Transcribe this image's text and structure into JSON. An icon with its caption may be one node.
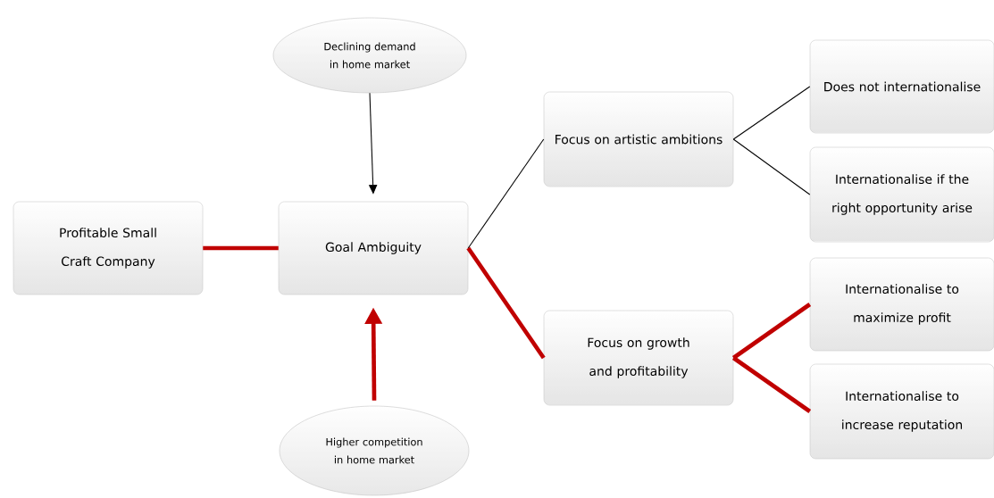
{
  "diagram": {
    "nodes": [
      {
        "text": [
          "Profitable Small Craft Company"
        ]
      },
      {
        "text": [
          "Goal Ambiguity"
        ]
      },
      {
        "text": [
          "Declining demand in home market"
        ]
      },
      {
        "text": [
          "Higher competition in home market"
        ]
      },
      {
        "text": [
          "Focus on artistic ambitions"
        ]
      },
      {
        "text": [
          "Focus on growth and profitability"
        ]
      },
      {
        "text": [
          "Does not internationalise"
        ]
      },
      {
        "text": [
          "Internationalise if the right opportunity arise"
        ]
      },
      {
        "text": [
          "Internationalise to maximize profit"
        ]
      },
      {
        "text": [
          "Internationalise to increase reputation"
        ]
      }
    ],
    "edges": [
      {
        "from": 0,
        "to": 1,
        "arrow": "none"
      },
      {
        "from": 2,
        "to": 1,
        "arrow": "to",
        "color": "#000000"
      },
      {
        "from": 3,
        "to": 1,
        "arrow": "to"
      },
      {
        "from": 1,
        "to": 4,
        "arrow": "none",
        "color": "#000000"
      },
      {
        "from": 1,
        "to": 5,
        "arrow": "none"
      },
      {
        "from": 4,
        "to": 6,
        "arrow": "none",
        "color": "#000000"
      },
      {
        "from": 4,
        "to": 7,
        "arrow": "none",
        "color": "#000000"
      },
      {
        "from": 5,
        "to": 8,
        "arrow": "none"
      },
      {
        "from": 5,
        "to": 9,
        "arrow": "none"
      }
    ]
  }
}
